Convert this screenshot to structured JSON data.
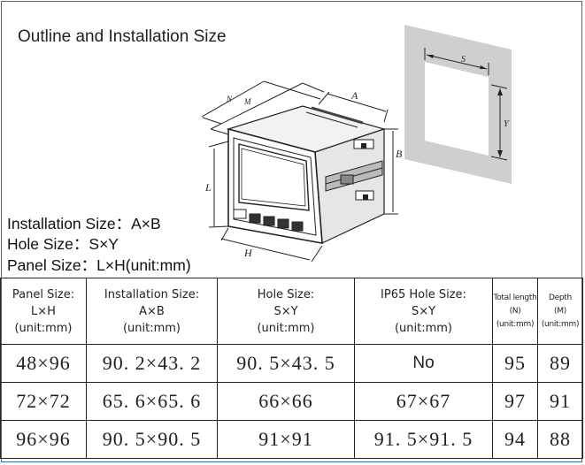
{
  "title": "Outline and Installation Size",
  "info": {
    "installation": "Installation Size：A×B",
    "hole": "Hole Size：S×Y",
    "panel": "Panel Size：L×H(unit:mm)"
  },
  "diagram_labels": {
    "A": "A",
    "B": "B",
    "L": "L",
    "H": "H",
    "M": "M",
    "N": "N",
    "S": "S",
    "Y": "Y"
  },
  "table": {
    "headers": [
      [
        "Panel Size:",
        "L×H",
        "(unit:mm)"
      ],
      [
        "Installation Size:",
        "A×B",
        "(unit:mm)"
      ],
      [
        "Hole Size:",
        "S×Y",
        "(unit:mm)"
      ],
      [
        "IP65 Hole Size:",
        "S×Y",
        "(unit:mm)"
      ],
      [
        "Total length",
        "(N)",
        "(unit:mm)"
      ],
      [
        "Depth",
        "(M)",
        "(unit:mm)"
      ]
    ],
    "rows": [
      [
        "48×96",
        "90. 2×43. 2",
        "90. 5×43. 5",
        "No",
        "95",
        "89"
      ],
      [
        "72×72",
        "65. 6×65. 6",
        "66×66",
        "67×67",
        "97",
        "91"
      ],
      [
        "96×96",
        "90. 5×90. 5",
        "91×91",
        "91. 5×91. 5",
        "94",
        "88"
      ]
    ]
  },
  "colors": {
    "frame": "#2a6fb0",
    "panel_gray": "#cfcfcf"
  }
}
